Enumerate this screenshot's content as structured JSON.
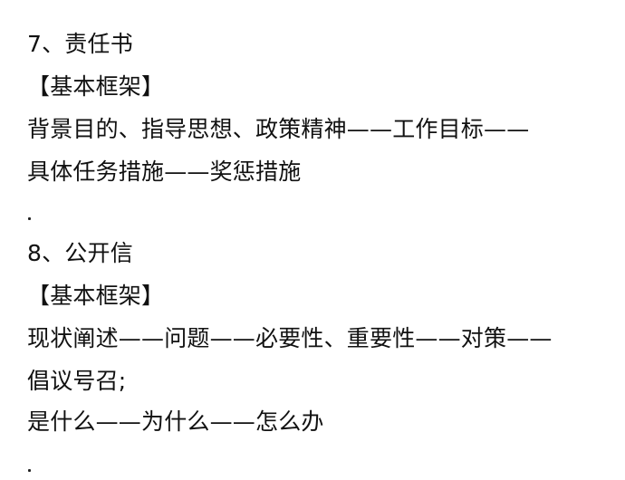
{
  "sections": [
    {
      "heading": "7、责任书",
      "label": "【基本框架】",
      "lines": [
        "背景目的、指导思想、政策精神——工作目标——",
        "具体任务措施——奖惩措施"
      ]
    },
    {
      "heading": "8、公开信",
      "label": "【基本框架】",
      "lines": [
        "现状阐述——问题——必要性、重要性——对策——",
        "倡议号召;",
        "是什么——为什么——怎么办"
      ]
    }
  ]
}
